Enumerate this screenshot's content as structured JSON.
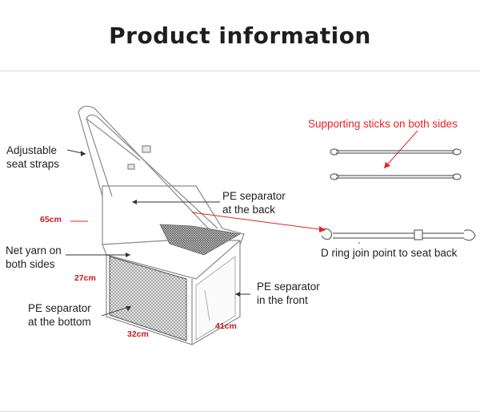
{
  "title": "Product information",
  "labels": {
    "adjustable_straps": [
      "Adjustable",
      "seat straps"
    ],
    "pe_back": [
      "PE separator",
      "at the back"
    ],
    "net_yarn": [
      "Net yarn on",
      "both sides"
    ],
    "pe_front": [
      "PE separator",
      "in the front"
    ],
    "pe_bottom": [
      "PE separator",
      "at the bottom"
    ],
    "supporting_sticks": "Supporting sticks on both sides",
    "d_ring": "D ring join point to seat back"
  },
  "dimensions": {
    "height_total": "65cm",
    "height_box": "27cm",
    "width": "32cm",
    "depth": "41cm"
  },
  "colors": {
    "accent_red": "#e52222",
    "line": "#777777",
    "mesh": "#555555"
  }
}
